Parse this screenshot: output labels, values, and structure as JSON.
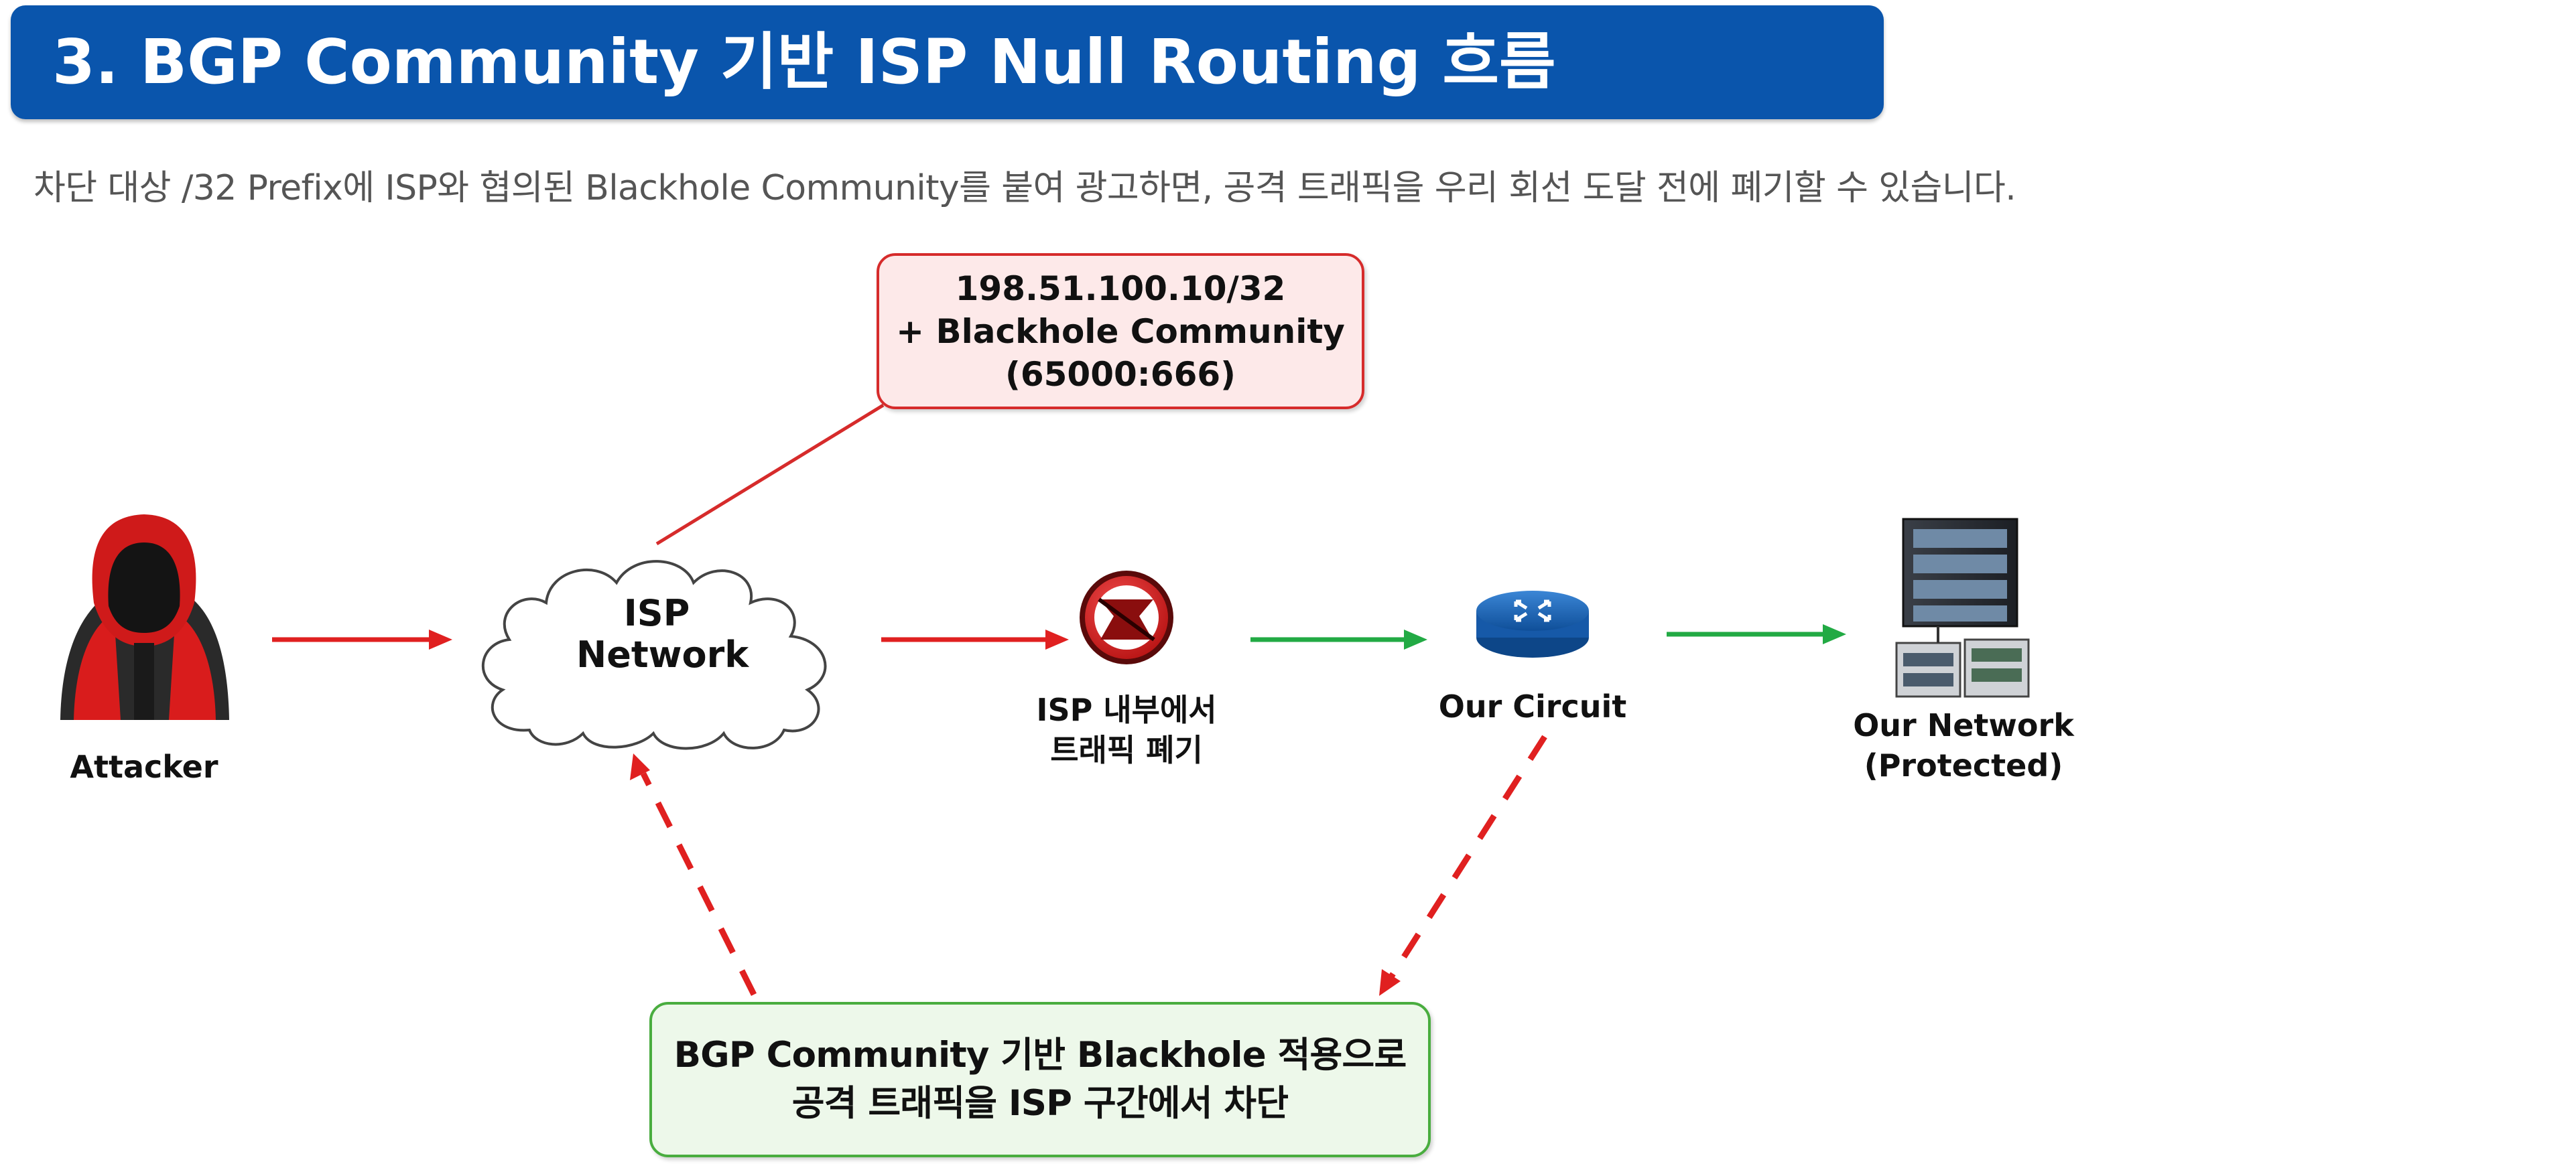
{
  "title": "3. BGP Community 기반 ISP Null Routing 흐름",
  "subtitle": "차단 대상 /32 Prefix에 ISP와 협의된 Blackhole Community를 붙여 광고하면, 공격 트래픽을 우리 회선 도달 전에 폐기할 수 있습니다.",
  "top_callout": {
    "line1": "198.51.100.10/32",
    "line2": "+ Blackhole Community",
    "line3": "(65000:666)"
  },
  "bottom_callout": {
    "line1": "BGP Community 기반 Blackhole 적용으로",
    "line2": "공격 트래픽을 ISP 구간에서 차단"
  },
  "nodes": {
    "attacker": "Attacker",
    "isp_network_line1": "ISP",
    "isp_network_line2": "Network",
    "drop_line1": "ISP 내부에서",
    "drop_line2": "트래픽 폐기",
    "circuit": "Our Circuit",
    "our_network_line1": "Our Network",
    "our_network_line2": "(Protected)"
  },
  "colors": {
    "title_bg": "#0a55ac",
    "attack_flow": "#e02020",
    "clean_flow": "#22aa44",
    "callout_red_border": "#d62b2b",
    "callout_green_border": "#49ad3f"
  },
  "icons": {
    "attacker": "hooded-attacker-icon",
    "isp": "cloud-icon",
    "drop": "blocked-traffic-icon",
    "circuit": "router-icon",
    "network": "server-rack-icon"
  }
}
